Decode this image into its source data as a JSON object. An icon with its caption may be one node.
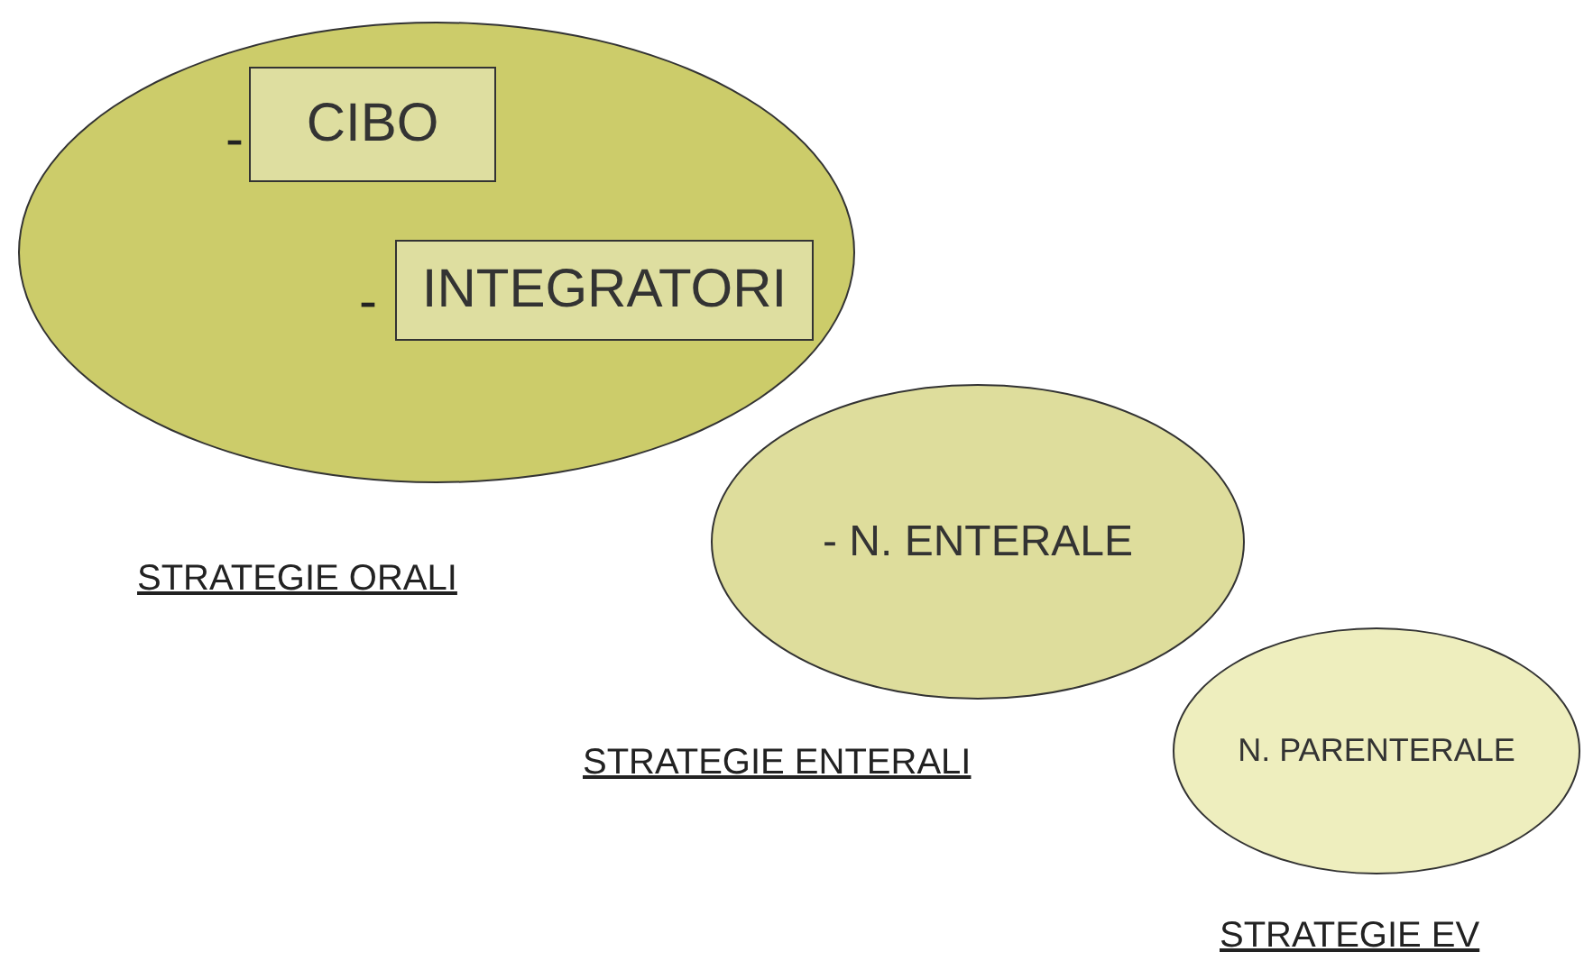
{
  "diagram": {
    "nodes": [
      {
        "text": [],
        "shape": "ellipse",
        "beside": [
          "STRATEGIE ORALI"
        ]
      },
      {
        "text": [
          "CIBO"
        ],
        "in": 0,
        "beside": [
          "-"
        ]
      },
      {
        "text": [
          "INTEGRATORI"
        ],
        "in": 0,
        "beside": [
          "-"
        ]
      },
      {
        "text": [
          "- N. ENTERALE"
        ],
        "beside": [
          "STRATEGIE ENTERALI"
        ]
      },
      {
        "text": [
          "N. PARENTERALE"
        ],
        "beside": [
          "STRATEGIE EV"
        ]
      }
    ],
    "edges": []
  }
}
